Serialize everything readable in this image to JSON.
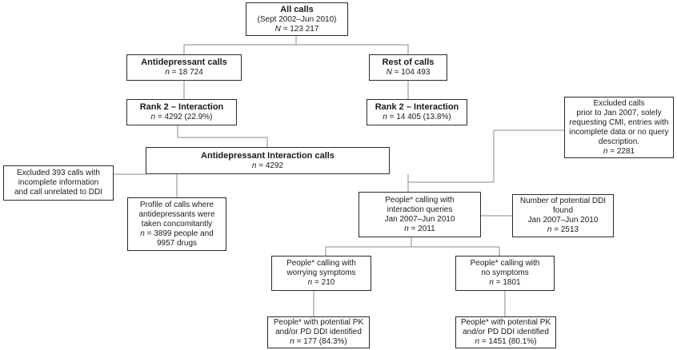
{
  "all_calls": {
    "title": "All calls",
    "sub": "(Sept 2002–Jun 2010)",
    "n_label": "N",
    "n_value": "= 123 217"
  },
  "antidep_calls": {
    "title": "Antidepressant calls",
    "n_label": "n",
    "n_value": "= 18 724"
  },
  "rest_calls": {
    "title": "Rest of calls",
    "n_label": "N",
    "n_value": "= 104 493"
  },
  "rank_left": {
    "title": "Rank 2 – Interaction",
    "n_label": "n",
    "n_value": "= 4292 (22.9%)"
  },
  "rank_right": {
    "title": "Rank 2 – Interaction",
    "n_label": "n",
    "n_value": "= 14 405 (13.8%)"
  },
  "interaction_calls": {
    "title": "Antidepressant Interaction calls",
    "n_label": "n",
    "n_value": "= 4292"
  },
  "excluded_calls": {
    "line1": "Excluded calls",
    "line2": "prior to Jan 2007, solely",
    "line3": "requesting CMI, entries with",
    "line4": "incomplete data or no query",
    "line5": "description.",
    "n_label": "n",
    "n_value": "= 2281"
  },
  "excluded_393": {
    "line1": "Excluded 393 calls with",
    "line2": "incomplete information",
    "line3": "and call unrelated to DDI"
  },
  "profile": {
    "line1": "Profile of calls where",
    "line2": "antidepressants were",
    "line3": "taken concomitantly",
    "n_label": "n",
    "n_value": "= 3899 people and",
    "line5": "9957 drugs"
  },
  "people_interaction": {
    "line1": "People* calling with",
    "line2": "interaction queries",
    "line3": "Jan 2007–Jun 2010",
    "n_label": "n",
    "n_value": "= 2011"
  },
  "potential_ddi": {
    "line1": "Number of potential DDI",
    "line2": "found",
    "line3": "Jan 2007–Jun 2010",
    "n_label": "n",
    "n_value": "= 2513"
  },
  "worrying": {
    "line1": "People* calling with",
    "line2": "worrying symptoms",
    "n_label": "n",
    "n_value": "= 210"
  },
  "no_symptoms": {
    "line1": "People* calling with",
    "line2": "no symptoms",
    "n_label": "n",
    "n_value": "= 1801"
  },
  "pk_left": {
    "line1": "People* with potential PK",
    "line2": "and/or PD DDI identified",
    "n_label": "n",
    "n_value": "= 177 (84.3%)"
  },
  "pk_right": {
    "line1": "People* with potential PK",
    "line2": "and/or PD DDI identified",
    "n_label": "n",
    "n_value": "= 1451 (80.1%)"
  }
}
